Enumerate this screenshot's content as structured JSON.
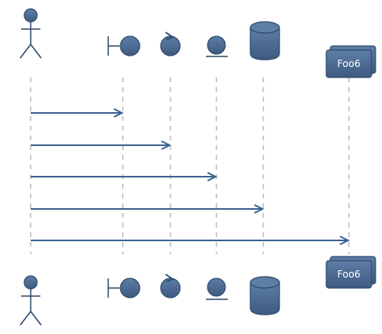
{
  "diagram": {
    "type": "sequence",
    "participants": [
      {
        "id": "p1",
        "kind": "actor",
        "label": ""
      },
      {
        "id": "p2",
        "kind": "boundary",
        "label": ""
      },
      {
        "id": "p3",
        "kind": "control",
        "label": ""
      },
      {
        "id": "p4",
        "kind": "entity",
        "label": ""
      },
      {
        "id": "p5",
        "kind": "database",
        "label": ""
      },
      {
        "id": "p6",
        "kind": "collections",
        "label": "Foo6"
      }
    ],
    "messages": [
      {
        "from": "p1",
        "to": "p2",
        "label": ""
      },
      {
        "from": "p1",
        "to": "p3",
        "label": ""
      },
      {
        "from": "p1",
        "to": "p4",
        "label": ""
      },
      {
        "from": "p1",
        "to": "p5",
        "label": ""
      },
      {
        "from": "p1",
        "to": "p6",
        "label": ""
      }
    ],
    "colors": {
      "shape_fill": "#4d6a8e",
      "shape_stroke": "#2e4a6d",
      "arrow": "#3d6592",
      "lifeline": "#9a9a9a"
    }
  }
}
